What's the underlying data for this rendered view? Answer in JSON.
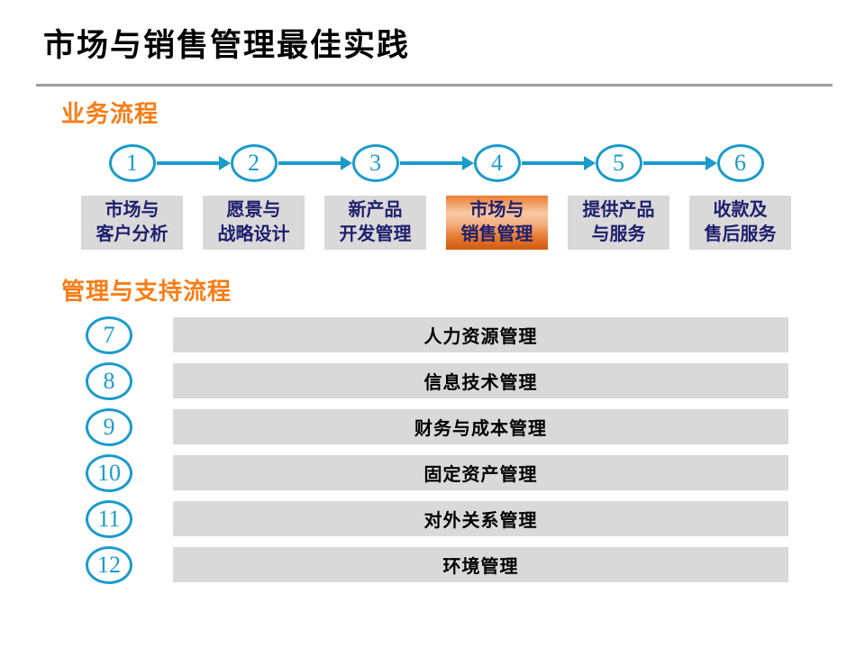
{
  "title": "市场与销售管理最佳实践",
  "colors": {
    "accent_blue": "#1a9bcb",
    "accent_orange": "#f97c15",
    "box_gray": "#d9d9d9",
    "navy_text": "#1f1f6e",
    "highlight_top": "#ed7d31",
    "highlight_mid": "#f6c9a4",
    "highlight_bottom": "#d2590d",
    "divider_gray": "#9d9d9d"
  },
  "business": {
    "heading": "业务流程",
    "steps": [
      {
        "num": "1",
        "label": "市场与\n客户分析",
        "highlighted": false
      },
      {
        "num": "2",
        "label": "愿景与\n战略设计",
        "highlighted": false
      },
      {
        "num": "3",
        "label": "新产品\n开发管理",
        "highlighted": false
      },
      {
        "num": "4",
        "label": "市场与\n销售管理",
        "highlighted": true
      },
      {
        "num": "5",
        "label": "提供产品\n与服务",
        "highlighted": false
      },
      {
        "num": "6",
        "label": "收款及\n售后服务",
        "highlighted": false
      }
    ]
  },
  "support": {
    "heading": "管理与支持流程",
    "rows": [
      {
        "num": "7",
        "label": "人力资源管理"
      },
      {
        "num": "8",
        "label": "信息技术管理"
      },
      {
        "num": "9",
        "label": "财务与成本管理"
      },
      {
        "num": "10",
        "label": "固定资产管理"
      },
      {
        "num": "11",
        "label": "对外关系管理"
      },
      {
        "num": "12",
        "label": "环境管理"
      }
    ]
  }
}
